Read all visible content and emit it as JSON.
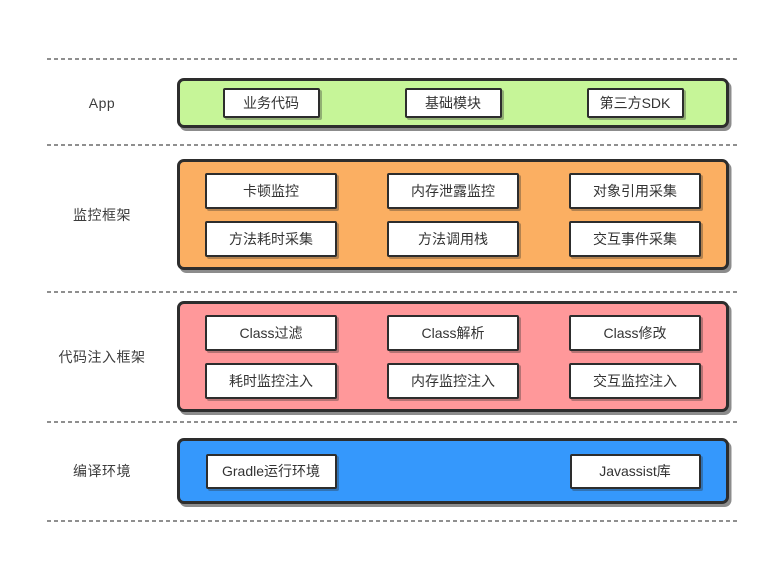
{
  "colors": {
    "background": "#ffffff",
    "border": "#2d2d2d",
    "separator": "#8f8f8f",
    "text": "#333333",
    "app_green": "#c6f598",
    "monitor_orange": "#fbaf62",
    "inject_pink": "#ff989a",
    "build_blue": "#3598fc"
  },
  "layers": [
    {
      "label": "App",
      "color": "#c6f598",
      "rows": [
        {
          "cells": [
            "业务代码",
            "基础模块",
            "第三方SDK"
          ]
        }
      ]
    },
    {
      "label": "监控框架",
      "color": "#fbaf62",
      "rows": [
        {
          "cells": [
            "卡顿监控",
            "内存泄露监控",
            "对象引用采集"
          ]
        },
        {
          "cells": [
            "方法耗时采集",
            "方法调用栈",
            "交互事件采集"
          ]
        }
      ]
    },
    {
      "label": "代码注入框架",
      "color": "#ff989a",
      "rows": [
        {
          "cells": [
            "Class过滤",
            "Class解析",
            "Class修改"
          ]
        },
        {
          "cells": [
            "耗时监控注入",
            "内存监控注入",
            "交互监控注入"
          ]
        }
      ]
    },
    {
      "label": "编译环境",
      "color": "#3598fc",
      "rows": [
        {
          "cells": [
            "Gradle运行环境",
            "Javassist库"
          ]
        }
      ]
    }
  ]
}
